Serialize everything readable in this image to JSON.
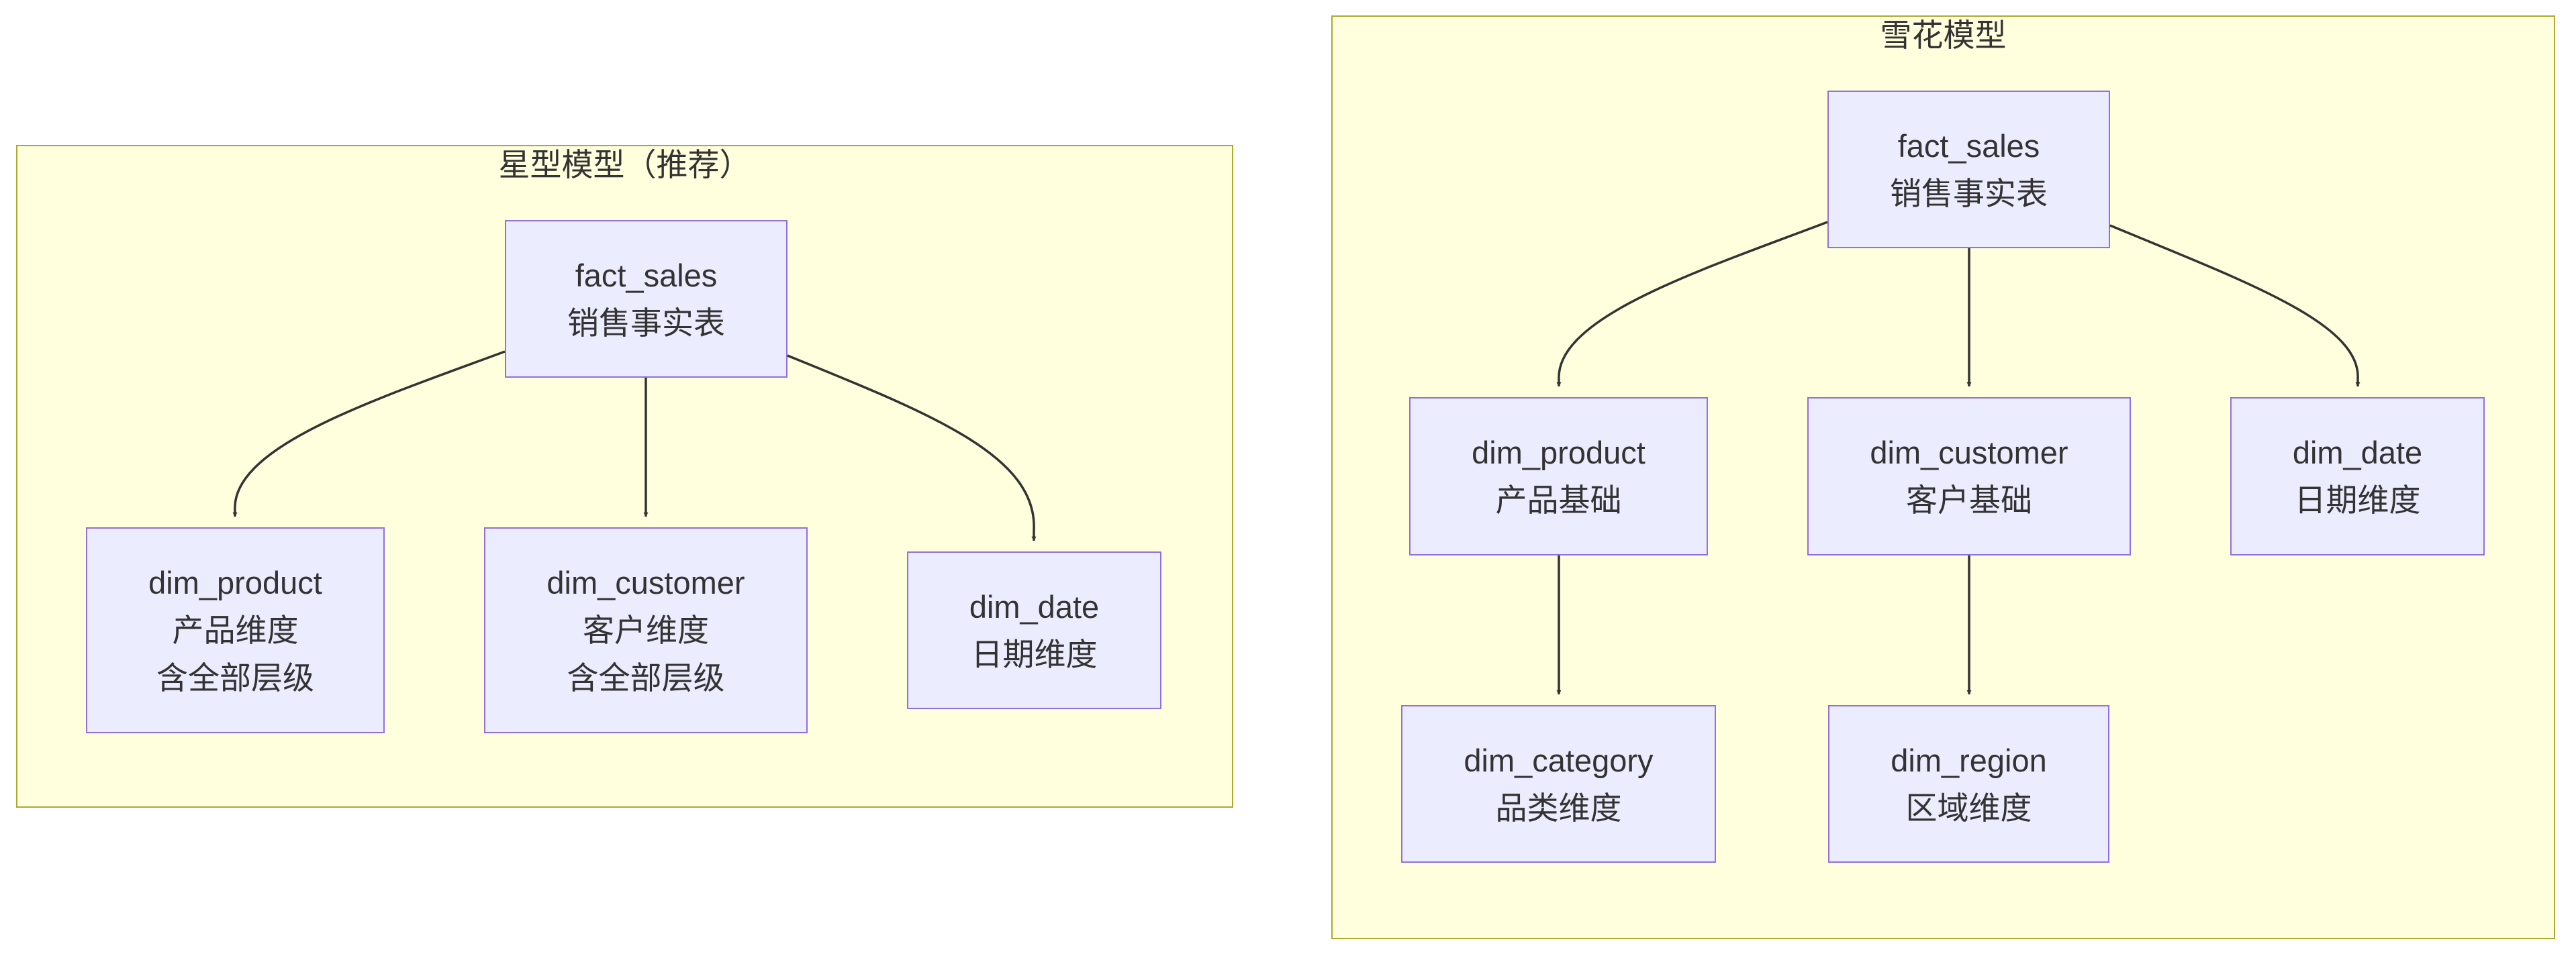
{
  "colors": {
    "cluster_fill": "#ffffde",
    "cluster_border": "#aaaa33",
    "node_fill": "#ececff",
    "node_border": "#9370db",
    "edge": "#333333",
    "text": "#333333"
  },
  "star": {
    "title": "星型模型（推荐）",
    "fact": {
      "lines": [
        "fact_sales",
        "销售事实表"
      ]
    },
    "product": {
      "lines": [
        "dim_product",
        "产品维度",
        "含全部层级"
      ]
    },
    "customer": {
      "lines": [
        "dim_customer",
        "客户维度",
        "含全部层级"
      ]
    },
    "date": {
      "lines": [
        "dim_date",
        "日期维度"
      ]
    }
  },
  "snowflake": {
    "title": "雪花模型",
    "fact": {
      "lines": [
        "fact_sales",
        "销售事实表"
      ]
    },
    "product": {
      "lines": [
        "dim_product",
        "产品基础"
      ]
    },
    "customer": {
      "lines": [
        "dim_customer",
        "客户基础"
      ]
    },
    "date": {
      "lines": [
        "dim_date",
        "日期维度"
      ]
    },
    "category": {
      "lines": [
        "dim_category",
        "品类维度"
      ]
    },
    "region": {
      "lines": [
        "dim_region",
        "区域维度"
      ]
    }
  },
  "edges": [
    {
      "from": "star.fact",
      "to": "star.product"
    },
    {
      "from": "star.fact",
      "to": "star.customer"
    },
    {
      "from": "star.fact",
      "to": "star.date"
    },
    {
      "from": "snowflake.fact",
      "to": "snowflake.product"
    },
    {
      "from": "snowflake.fact",
      "to": "snowflake.customer"
    },
    {
      "from": "snowflake.fact",
      "to": "snowflake.date"
    },
    {
      "from": "snowflake.product",
      "to": "snowflake.category"
    },
    {
      "from": "snowflake.customer",
      "to": "snowflake.region"
    }
  ]
}
